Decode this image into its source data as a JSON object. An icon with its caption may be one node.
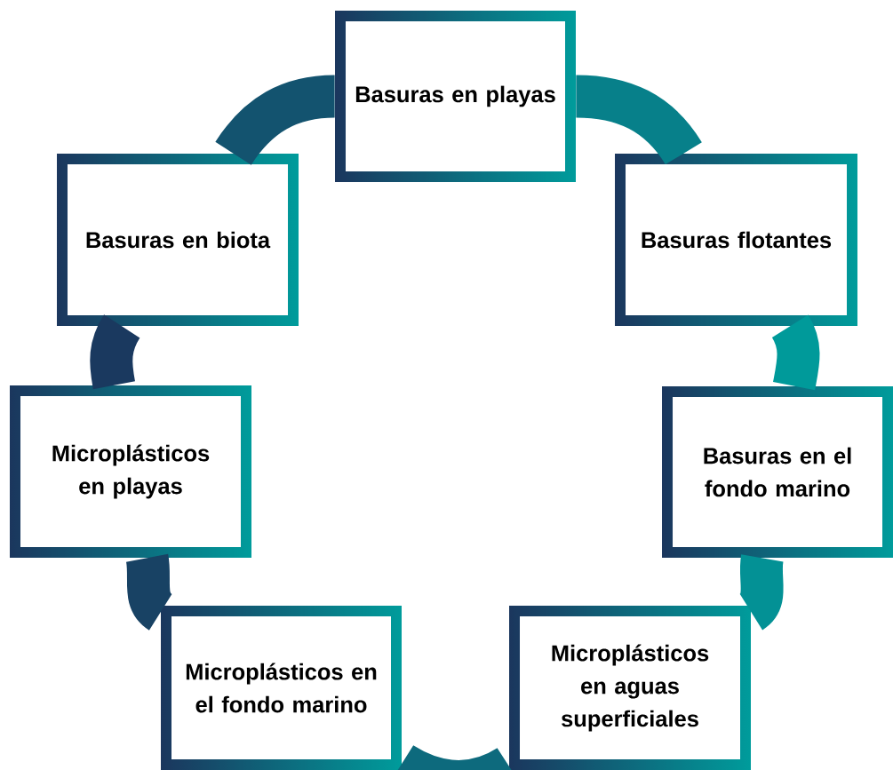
{
  "diagram": {
    "nodes": [
      {
        "text": [
          "Basuras en playas"
        ]
      },
      {
        "text": [
          "Basuras flotantes"
        ]
      },
      {
        "text": [
          "Basuras en el fondo marino"
        ]
      },
      {
        "text": [
          "Microplásticos en aguas superficiales"
        ]
      },
      {
        "text": [
          "Microplásticos en el fondo marino"
        ]
      },
      {
        "text": [
          "Microplásticos en playas"
        ]
      },
      {
        "text": [
          "Basuras en biota"
        ]
      }
    ],
    "edges": [
      {
        "from": 0,
        "to": 1,
        "arrow": "none"
      },
      {
        "from": 1,
        "to": 2,
        "arrow": "none"
      },
      {
        "from": 2,
        "to": 3,
        "arrow": "none"
      },
      {
        "from": 3,
        "to": 4,
        "arrow": "none"
      },
      {
        "from": 4,
        "to": 5,
        "arrow": "none"
      },
      {
        "from": 5,
        "to": 6,
        "arrow": "none"
      },
      {
        "from": 6,
        "to": 0,
        "arrow": "none"
      }
    ]
  }
}
